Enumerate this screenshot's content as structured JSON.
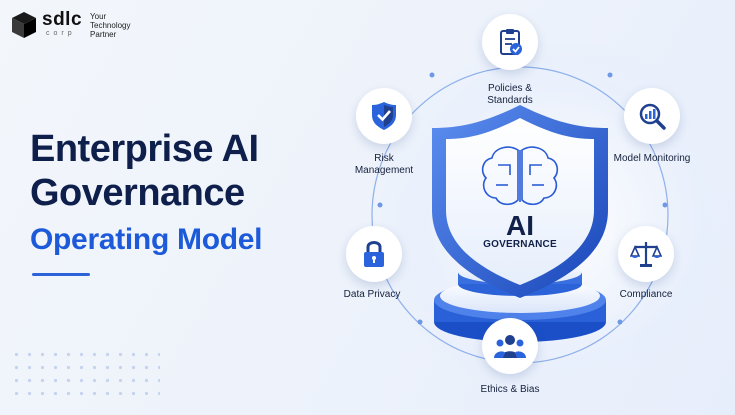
{
  "brand": {
    "name": "sdlc",
    "sub": "corp",
    "tagline": [
      "Your",
      "Technology",
      "Partner"
    ]
  },
  "title": {
    "line1": "Enterprise AI",
    "line2": "Governance",
    "line3": "Operating Model"
  },
  "center": {
    "ai": "AI",
    "label": "GOVERNANCE"
  },
  "nodes": {
    "policies": {
      "label_line1": "Policies &",
      "label_line2": "Standards",
      "icon": "clipboard-check-icon"
    },
    "monitoring": {
      "label": "Model Monitoring",
      "icon": "chart-magnifier-icon"
    },
    "compliance": {
      "label": "Compliance",
      "icon": "scales-icon"
    },
    "ethics": {
      "label": "Ethics & Bias",
      "icon": "people-group-icon"
    },
    "privacy": {
      "label": "Data Privacy",
      "icon": "padlock-icon"
    },
    "risk": {
      "label_line1": "Risk",
      "label_line2": "Management",
      "icon": "shield-check-icon"
    }
  },
  "colors": {
    "navy": "#0f1f4b",
    "accent": "#1d5ad9",
    "line": "#8fb0ea"
  }
}
